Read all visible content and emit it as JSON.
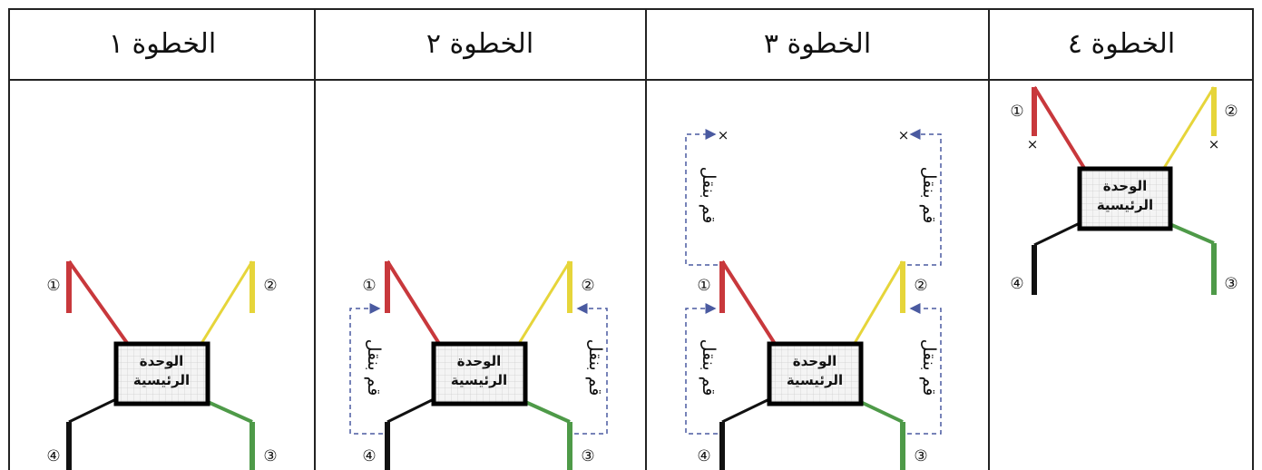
{
  "header": {
    "step1": "الخطوة ١",
    "step2": "الخطوة ٢",
    "step3": "الخطوة ٣",
    "step4": "الخطوة ٤"
  },
  "unit_label": {
    "line1": "الوحدة",
    "line2": "الرئيسية"
  },
  "move_label": "قم بنقل",
  "x_mark": "×",
  "cable_numbers": [
    "①",
    "②",
    "③",
    "④"
  ],
  "cable_colors": {
    "cable1": "#c8383c",
    "cable2": "#e6d53a",
    "cable3": "#4e9a48",
    "cable4": "#111111"
  },
  "arrow_color": "#4a5aa0"
}
